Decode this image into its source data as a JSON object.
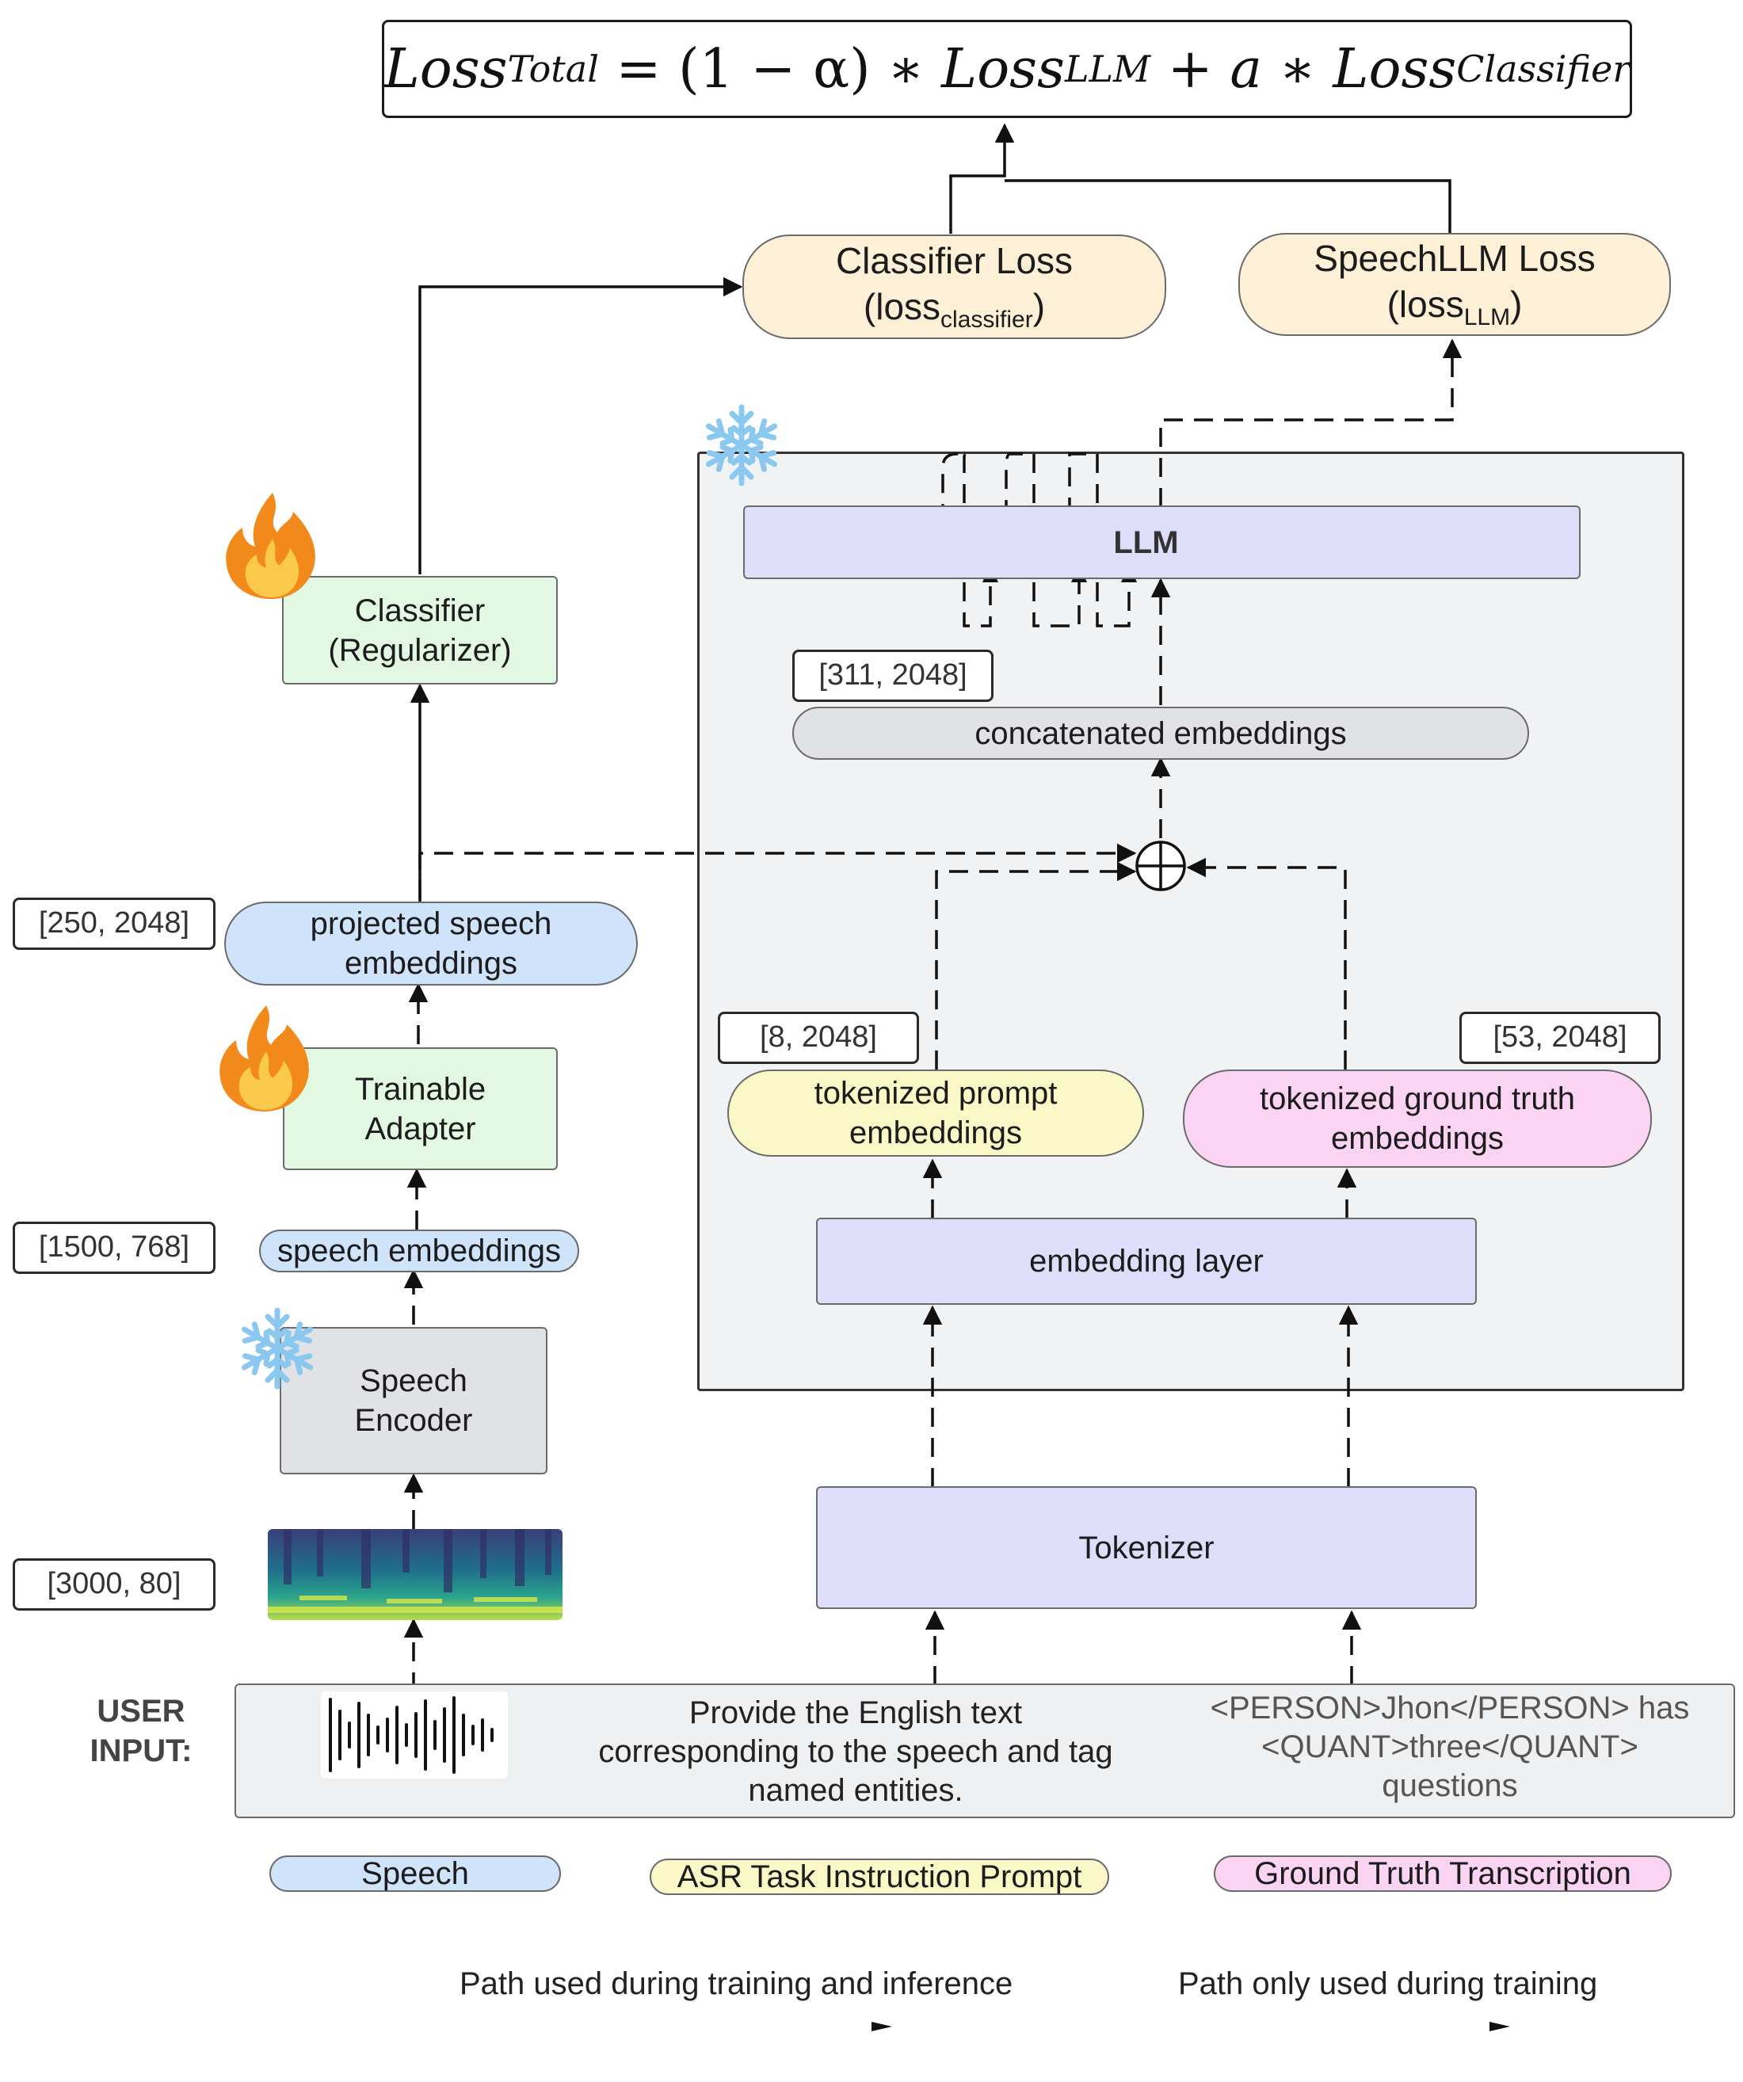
{
  "formula": {
    "lhs": "Loss",
    "lhs_sub": "Total",
    "eq": " = (1 − α) ∗ ",
    "term1": "Loss",
    "term1_sub": "LLM",
    "plus": " + a ∗ ",
    "term2": "Loss",
    "term2_sub": "Classifier"
  },
  "losses": {
    "classifier": {
      "title": "Classifier Loss",
      "sym": "(loss",
      "sub": "classifier",
      "close": ")"
    },
    "speechllm": {
      "title": "SpeechLLM Loss",
      "sym": "(loss",
      "sub": "LLM",
      "close": ")"
    }
  },
  "blocks": {
    "llm": "LLM",
    "classifier": "Classifier\n(Regularizer)",
    "adapter": "Trainable\nAdapter",
    "encoder": "Speech\nEncoder",
    "embedding_layer": "embedding layer",
    "tokenizer": "Tokenizer"
  },
  "embeddings": {
    "concatenated": "concatenated embeddings",
    "projected": "projected speech\nembeddings",
    "speech": "speech embeddings",
    "prompt": "tokenized prompt\nembeddings",
    "ground_truth": "tokenized ground truth\nembeddings"
  },
  "shapes": {
    "concat": "[311, 2048]",
    "projected": "[250, 2048]",
    "speech": "[1500, 768]",
    "spectrogram": "[3000, 80]",
    "prompt": "[8, 2048]",
    "ground_truth": "[53, 2048]"
  },
  "user_input": {
    "label": "USER\nINPUT:",
    "prompt_text": "Provide the English text\ncorresponding to the speech and tag\nnamed entities.",
    "ground_truth_text": "<PERSON>Jhon</PERSON> has\n<QUANT>three</QUANT>\nquestions"
  },
  "legend": {
    "speech": "Speech",
    "prompt": "ASR Task Instruction Prompt",
    "ground_truth": "Ground Truth Transcription",
    "solid_path": "Path used  during training and inference",
    "dashed_path": "Path only used  during training"
  },
  "icons": [
    "snowflake-icon",
    "fire-icon",
    "waveform-icon",
    "spectrogram-icon",
    "plus-circle-icon"
  ],
  "colors": {
    "trainable": "#e2f8e2",
    "frozen_block": "#dedefa",
    "speech": "#cfe3fb",
    "prompt": "#fbf8c8",
    "ground_truth": "#fbd3f3",
    "loss": "#fdf0d6"
  }
}
